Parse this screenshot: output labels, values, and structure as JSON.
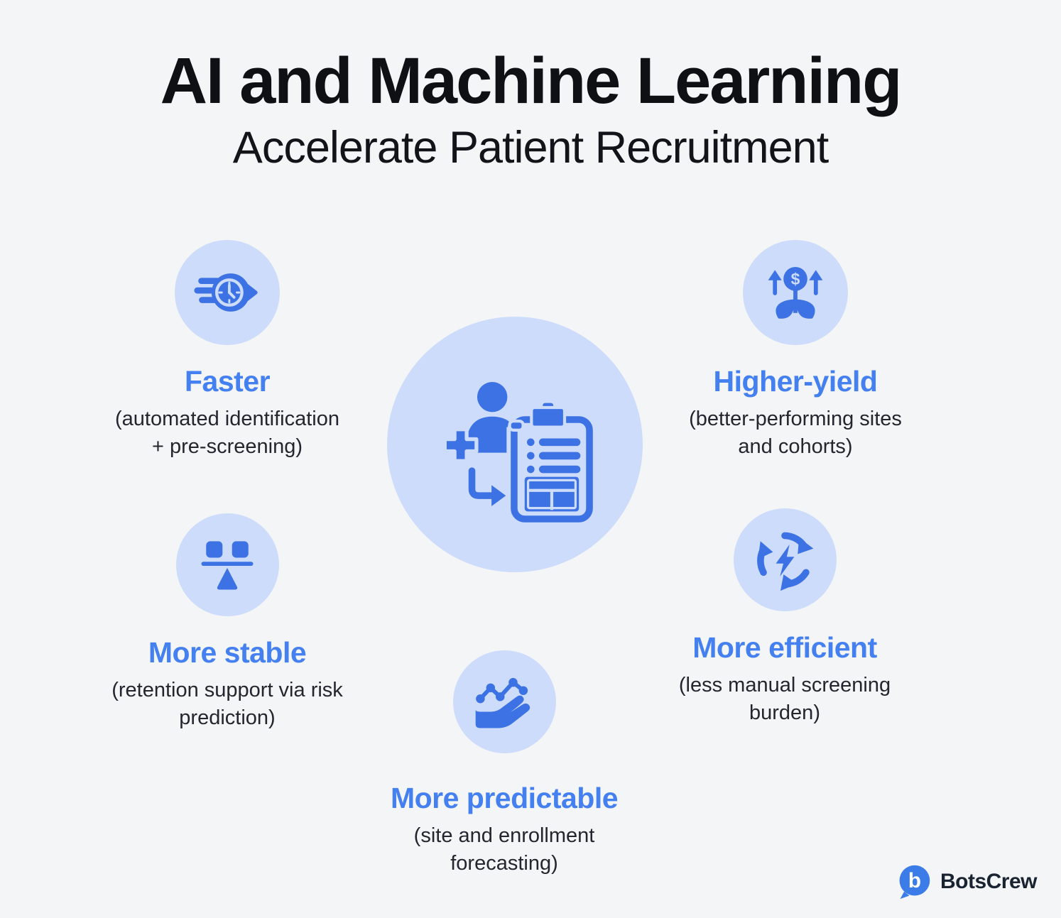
{
  "theme": {
    "background": "#f4f5f7",
    "heading_blue": "#4480f0",
    "icon_blue": "#3c72e4",
    "icon_circle_bg": "#cddcfb",
    "title_color": "#0e1014",
    "body_text_color": "#23262e"
  },
  "header": {
    "title": "AI and Machine Learning",
    "subtitle": "Accelerate Patient Recruitment"
  },
  "benefits": [
    {
      "heading": "Faster",
      "icon": "speeding-clock-icon",
      "desc_lines": [
        "(automated identification",
        "+ pre-screening)"
      ]
    },
    {
      "heading": "Higher-yield",
      "icon": "money-growth-plant-icon",
      "desc_lines": [
        "(better-performing sites",
        "and cohorts)"
      ]
    },
    {
      "heading": "More stable",
      "icon": "balance-scale-icon",
      "desc_lines": [
        "(retention support via risk",
        "prediction)"
      ]
    },
    {
      "heading": "More efficient",
      "icon": "cycle-lightning-icon",
      "desc_lines": [
        "(less manual screening",
        "burden)"
      ]
    },
    {
      "heading": "More predictable",
      "icon": "hand-holding-chart-icon",
      "desc_lines": [
        "(site and enrollment",
        "forecasting)"
      ]
    }
  ],
  "center_illustration": {
    "icon": "patient-clipboard-illustration"
  },
  "footer": {
    "brand": "BotsCrew",
    "icon": "botscrew-bubble-icon"
  }
}
